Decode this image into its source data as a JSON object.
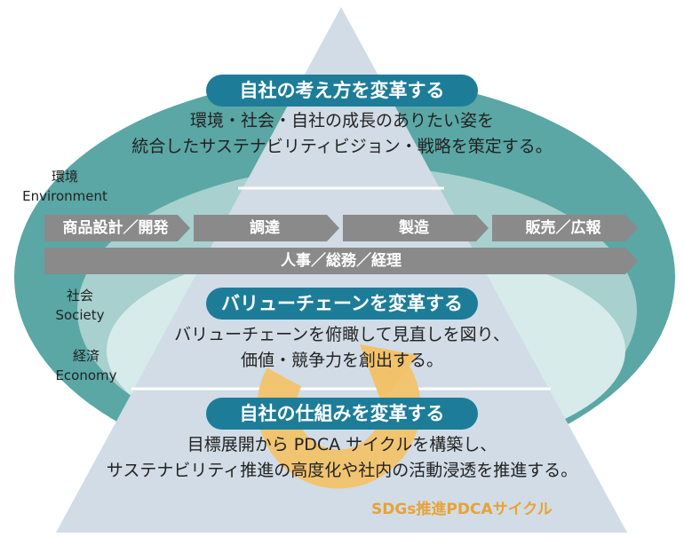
{
  "colors": {
    "outer_ellipse": "#5aa7a5",
    "middle_ellipse": "#a7d0cf",
    "inner_ellipse": "#d7ebea",
    "pyramid": "#d1dce6",
    "arrow": "#8a8a8a",
    "title_pill": "#1d7d99",
    "cycle": "#f2c26a",
    "cycle_text": "#e8a334"
  },
  "sections": {
    "top": {
      "title": "自社の考え方を変革する",
      "line1": "環境・社会・自社の成長のありたい姿を",
      "line2": "統合したサステナビリティビジョン・戦略を策定する。"
    },
    "middle": {
      "title": "バリューチェーンを変革する",
      "line1": "バリューチェーンを俯瞰して見直しを図り、",
      "line2": "価値・競争力を創出する。"
    },
    "bottom": {
      "title": "自社の仕組みを変革する",
      "line1": "目標展開から PDCA サイクルを構築し、",
      "line2": "サステナビリティ推進の高度化や社内の活動浸透を推進する。"
    }
  },
  "value_chain": {
    "steps": [
      "商品設計／開発",
      "調達",
      "製造",
      "販売／広報"
    ],
    "support": "人事／総務／経理"
  },
  "side_labels": {
    "environment": {
      "jp": "環境",
      "en": "Environment"
    },
    "society": {
      "jp": "社会",
      "en": "Society"
    },
    "economy": {
      "jp": "経済",
      "en": "Economy"
    }
  },
  "cycle_label": "SDGs推進PDCAサイクル",
  "icons": {
    "cycle": "circular-arrow-icon"
  }
}
